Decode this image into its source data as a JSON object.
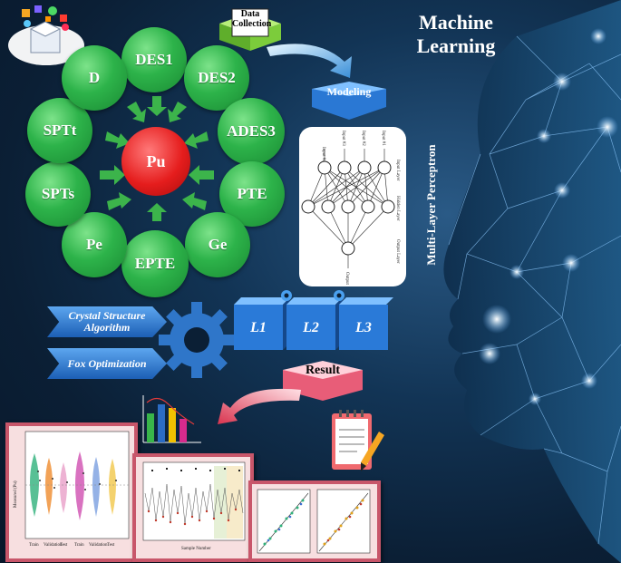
{
  "title": {
    "line1": "Machine",
    "line2": "Learning"
  },
  "bubbles": {
    "center": "Pu",
    "des1": "DES1",
    "des2": "DES2",
    "ades3": "ADES3",
    "pte": "PTE",
    "ge": "Ge",
    "epte": "EPTE",
    "pe": "Pe",
    "spts": "SPTs",
    "sptt": "SPTt",
    "d": "D"
  },
  "flow": {
    "data_collection": "Data Collection",
    "modeling": "Modeling",
    "result": "Result"
  },
  "mlp": {
    "label": "Multi-Layer Perceptron",
    "inputs": [
      "Input #4",
      "Input #3",
      "Input #2",
      "Input #1"
    ],
    "input_layer": "Input Layer",
    "hidden_layer": "Hidden Layer",
    "output_layer": "Output Layer",
    "output": "Output"
  },
  "optimizers": {
    "csa": "Crystal Structure Algorithm",
    "fox": "Fox Optimization"
  },
  "layers": [
    "L1",
    "L2",
    "L3"
  ],
  "colors": {
    "green": "#2db34a",
    "red": "#e51d1d",
    "blue": "#2a7ad8",
    "pink": "#c8566a"
  },
  "violin_plot": {
    "yaxis": "Measured (Pu)",
    "xlabels": [
      "Train",
      "Validation",
      "Test",
      "Train",
      "Validation",
      "Test"
    ]
  },
  "series_plot": {
    "xlabel": "Sample Number"
  }
}
